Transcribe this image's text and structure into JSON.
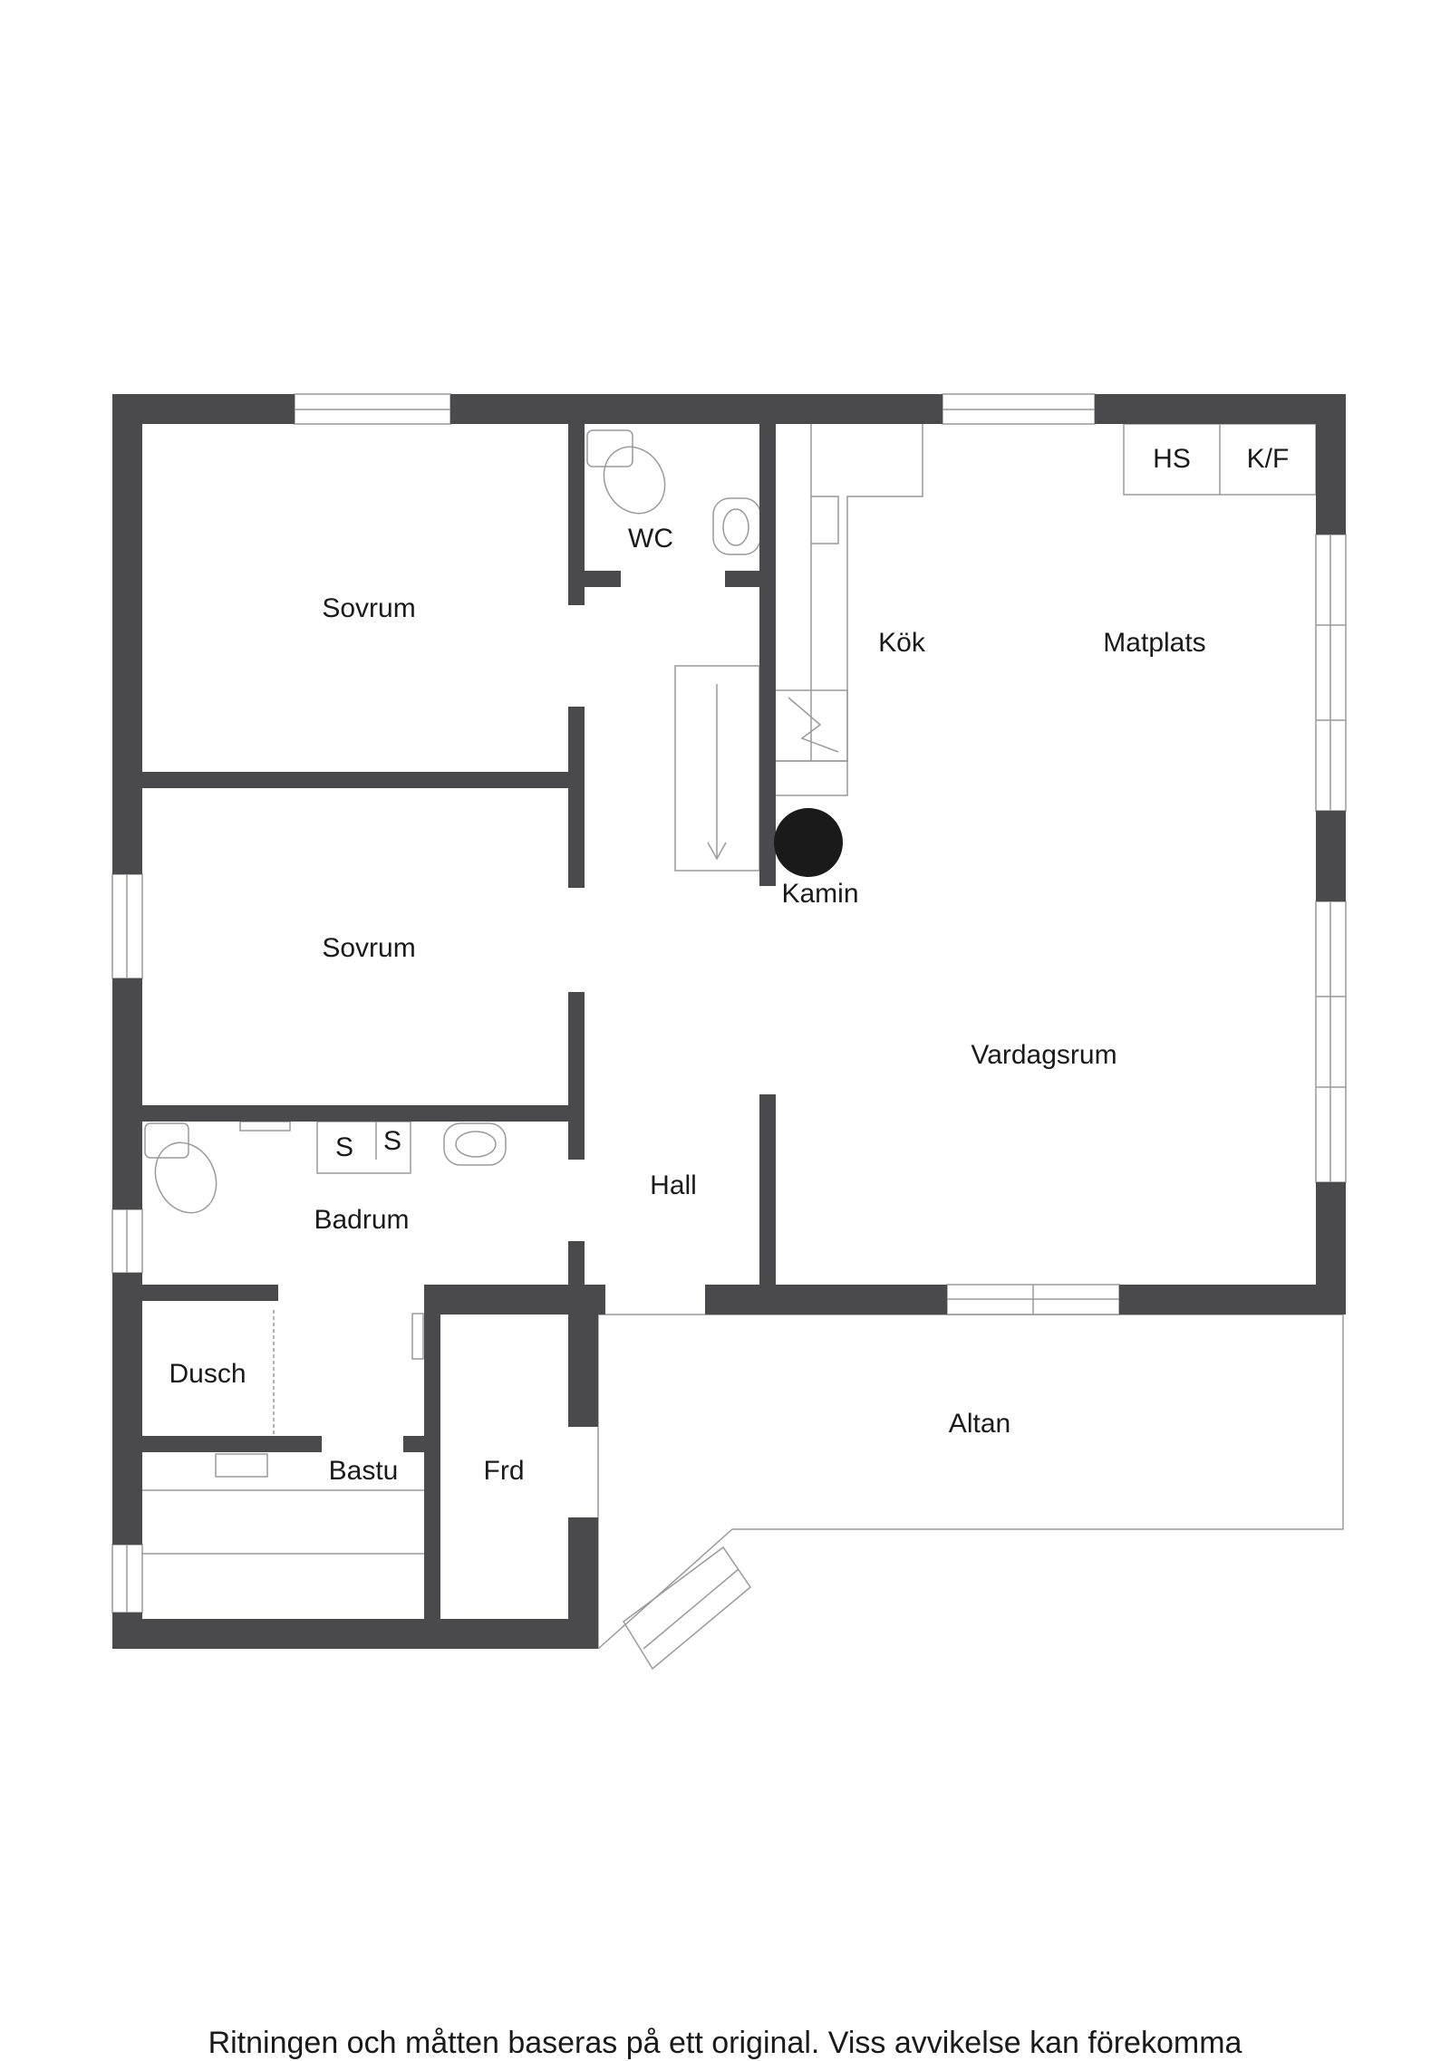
{
  "rooms": {
    "sovrum_1": "Sovrum",
    "sovrum_2": "Sovrum",
    "wc": "WC",
    "kok": "Kök",
    "matplats": "Matplats",
    "hs": "HS",
    "kf": "K/F",
    "kamin": "Kamin",
    "vardagsrum": "Vardagsrum",
    "hall": "Hall",
    "badrum": "Badrum",
    "s1": "S",
    "s2": "S",
    "dusch": "Dusch",
    "bastu": "Bastu",
    "frd": "Frd",
    "altan": "Altan"
  },
  "disclaimer": "Ritningen och måtten baseras på ett original. Viss avvikelse kan förekomma",
  "colors": {
    "wall": "#4a4a4c",
    "line": "#9a9a9a",
    "background": "#ffffff"
  }
}
